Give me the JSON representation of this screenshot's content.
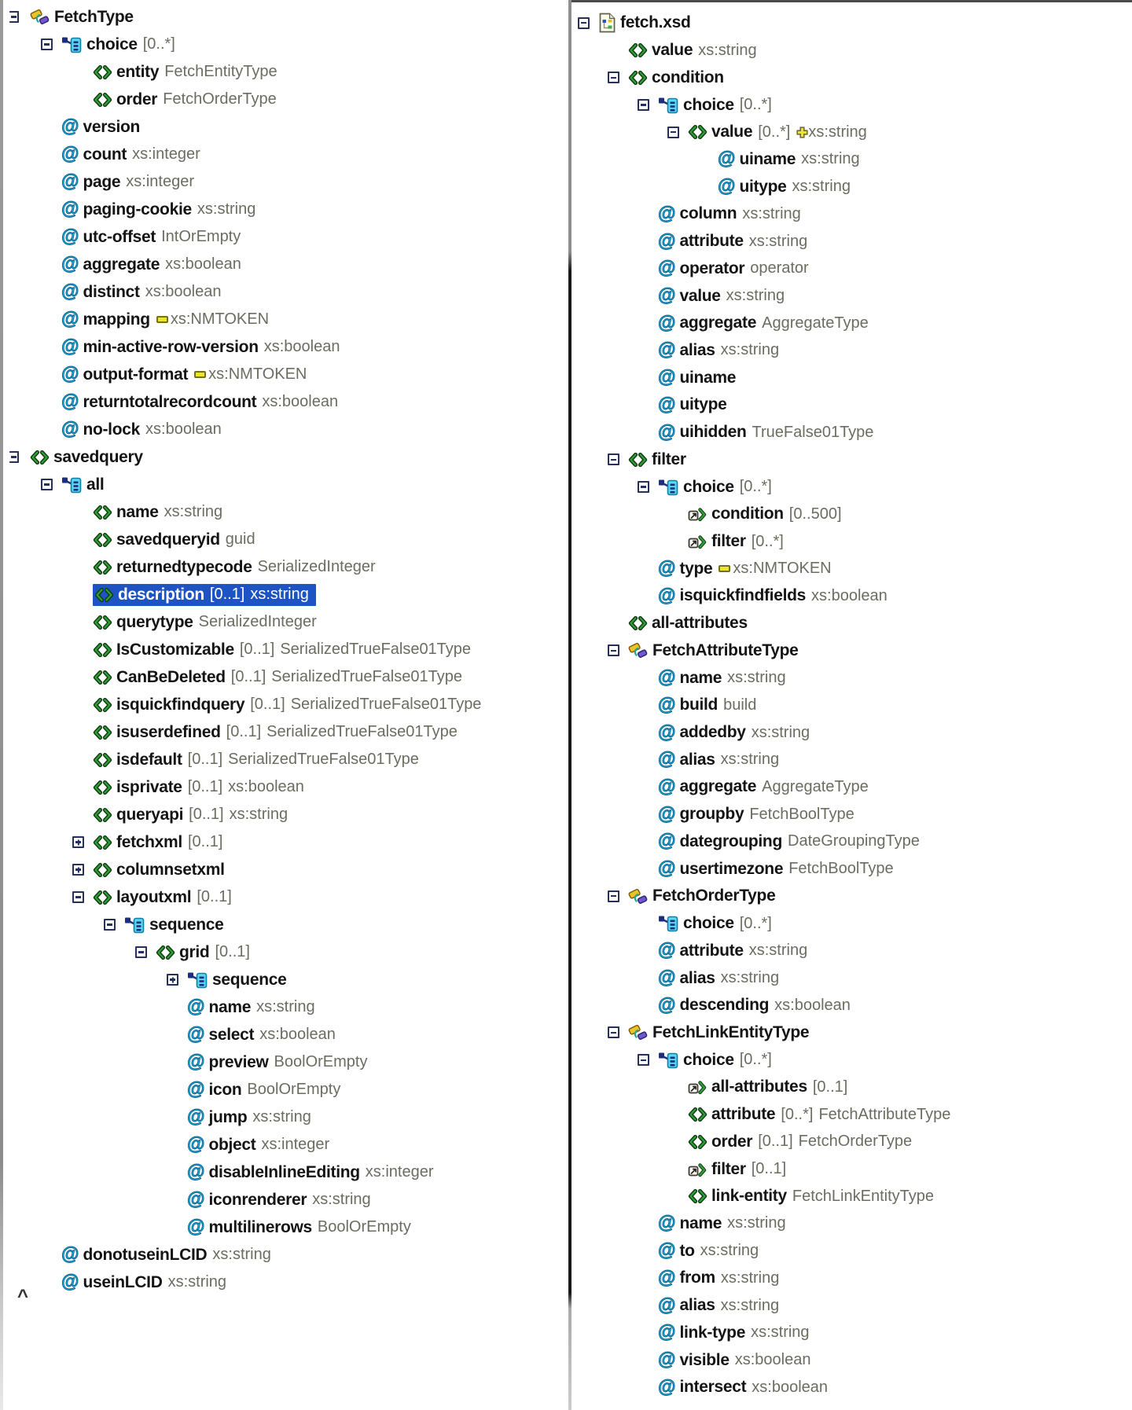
{
  "colors": {
    "selection_bg": "#1e53c3",
    "selection_fg": "#ffffff",
    "name_fg": "#141414",
    "type_fg": "#6c6c60",
    "element_green": "#2f9e38",
    "element_green_dark": "#123c12",
    "attribute_cyan": "#24b4e4",
    "attribute_cyan_dark": "#0b648f",
    "compositor_fill": "#5cd8f2",
    "compositor_dark": "#1b2f7e",
    "complextype_yellow": "#eec328",
    "complextype_purple": "#7258cc",
    "complextype_teal": "#2ba694",
    "badge_yellow": "#ece42e",
    "badge_outline": "#72701c",
    "expander_fg": "#27305a"
  },
  "icons": {
    "element": "green-double-angle-brackets",
    "elementref": "reference-arrow-box-with-chevron",
    "attribute": "cyan-at-sign",
    "compositor": "blue-compositor-box",
    "complextype": "yellow-purple-complex-type-shapes",
    "schemafile": "xsd-schema-document",
    "tag": "yellow-nmtoken-tag",
    "plus": "yellow-extension-plus",
    "expander_minus": "collapse-minus-box",
    "expander_plus": "expand-plus-box"
  },
  "scroll_caret": "^",
  "panels": {
    "left": {
      "rows": [
        {
          "name": "FetchType",
          "kind": "complextype",
          "level": 0,
          "exp": "minus-open"
        },
        {
          "name": "choice",
          "card": "[0..*]",
          "kind": "compositor",
          "level": 1,
          "exp": "minus"
        },
        {
          "name": "entity",
          "type": "FetchEntityType",
          "kind": "element",
          "level": 2
        },
        {
          "name": "order",
          "type": "FetchOrderType",
          "kind": "element",
          "level": 2
        },
        {
          "name": "version",
          "kind": "attribute",
          "level": 1
        },
        {
          "name": "count",
          "type": "xs:integer",
          "kind": "attribute",
          "level": 1
        },
        {
          "name": "page",
          "type": "xs:integer",
          "kind": "attribute",
          "level": 1
        },
        {
          "name": "paging-cookie",
          "type": "xs:string",
          "kind": "attribute",
          "level": 1
        },
        {
          "name": "utc-offset",
          "type": "IntOrEmpty",
          "kind": "attribute",
          "level": 1
        },
        {
          "name": "aggregate",
          "type": "xs:boolean",
          "kind": "attribute",
          "level": 1
        },
        {
          "name": "distinct",
          "type": "xs:boolean",
          "kind": "attribute",
          "level": 1
        },
        {
          "name": "mapping",
          "badge": "tag",
          "type": "xs:NMTOKEN",
          "kind": "attribute",
          "level": 1
        },
        {
          "name": "min-active-row-version",
          "type": "xs:boolean",
          "kind": "attribute",
          "level": 1
        },
        {
          "name": "output-format",
          "badge": "tag",
          "type": "xs:NMTOKEN",
          "kind": "attribute",
          "level": 1
        },
        {
          "name": "returntotalrecordcount",
          "type": "xs:boolean",
          "kind": "attribute",
          "level": 1
        },
        {
          "name": "no-lock",
          "type": "xs:boolean",
          "kind": "attribute",
          "level": 1
        },
        {
          "name": "savedquery",
          "kind": "element",
          "level": 0,
          "exp": "minus-open"
        },
        {
          "name": "all",
          "kind": "compositor",
          "level": 1,
          "exp": "minus"
        },
        {
          "name": "name",
          "type": "xs:string",
          "kind": "element",
          "level": 2
        },
        {
          "name": "savedqueryid",
          "type": "guid",
          "kind": "element",
          "level": 2
        },
        {
          "name": "returnedtypecode",
          "type": "SerializedInteger",
          "kind": "element",
          "level": 2
        },
        {
          "name": "description",
          "card": "[0..1]",
          "type": "xs:string",
          "kind": "element",
          "level": 2,
          "selected": true
        },
        {
          "name": "querytype",
          "type": "SerializedInteger",
          "kind": "element",
          "level": 2
        },
        {
          "name": "IsCustomizable",
          "card": "[0..1]",
          "type": "SerializedTrueFalse01Type",
          "kind": "element",
          "level": 2
        },
        {
          "name": "CanBeDeleted",
          "card": "[0..1]",
          "type": "SerializedTrueFalse01Type",
          "kind": "element",
          "level": 2
        },
        {
          "name": "isquickfindquery",
          "card": "[0..1]",
          "type": "SerializedTrueFalse01Type",
          "kind": "element",
          "level": 2
        },
        {
          "name": "isuserdefined",
          "card": "[0..1]",
          "type": "SerializedTrueFalse01Type",
          "kind": "element",
          "level": 2
        },
        {
          "name": "isdefault",
          "card": "[0..1]",
          "type": "SerializedTrueFalse01Type",
          "kind": "element",
          "level": 2
        },
        {
          "name": "isprivate",
          "card": "[0..1]",
          "type": "xs:boolean",
          "kind": "element",
          "level": 2
        },
        {
          "name": "queryapi",
          "card": "[0..1]",
          "type": "xs:string",
          "kind": "element",
          "level": 2
        },
        {
          "name": "fetchxml",
          "card": "[0..1]",
          "kind": "element",
          "level": 2,
          "exp": "plus"
        },
        {
          "name": "columnsetxml",
          "kind": "element",
          "level": 2,
          "exp": "plus"
        },
        {
          "name": "layoutxml",
          "card": "[0..1]",
          "kind": "element",
          "level": 2,
          "exp": "minus"
        },
        {
          "name": "sequence",
          "kind": "compositor",
          "level": 3,
          "exp": "minus"
        },
        {
          "name": "grid",
          "card": "[0..1]",
          "kind": "element",
          "level": 4,
          "exp": "minus"
        },
        {
          "name": "sequence",
          "kind": "compositor",
          "level": 5,
          "exp": "plus"
        },
        {
          "name": "name",
          "type": "xs:string",
          "kind": "attribute",
          "level": 5
        },
        {
          "name": "select",
          "type": "xs:boolean",
          "kind": "attribute",
          "level": 5
        },
        {
          "name": "preview",
          "type": "BoolOrEmpty",
          "kind": "attribute",
          "level": 5
        },
        {
          "name": "icon",
          "type": "BoolOrEmpty",
          "kind": "attribute",
          "level": 5
        },
        {
          "name": "jump",
          "type": "xs:string",
          "kind": "attribute",
          "level": 5
        },
        {
          "name": "object",
          "type": "xs:integer",
          "kind": "attribute",
          "level": 5
        },
        {
          "name": "disableInlineEditing",
          "type": "xs:integer",
          "kind": "attribute",
          "level": 5
        },
        {
          "name": "iconrenderer",
          "type": "xs:string",
          "kind": "attribute",
          "level": 5
        },
        {
          "name": "multilinerows",
          "type": "BoolOrEmpty",
          "kind": "attribute",
          "level": 5
        },
        {
          "name": "donotuseinLCID",
          "type": "xs:string",
          "kind": "attribute",
          "level": 1
        },
        {
          "name": "useinLCID",
          "type": "xs:string",
          "kind": "attribute",
          "level": 1
        }
      ]
    },
    "right": {
      "rows": [
        {
          "name": "fetch.xsd",
          "kind": "schemafile",
          "level": 0,
          "exp": "minus"
        },
        {
          "name": "value",
          "type": "xs:string",
          "kind": "element",
          "level": 1
        },
        {
          "name": "condition",
          "kind": "element",
          "level": 1,
          "exp": "minus"
        },
        {
          "name": "choice",
          "card": "[0..*]",
          "kind": "compositor",
          "level": 2,
          "exp": "minus"
        },
        {
          "name": "value",
          "card": "[0..*]",
          "badge": "plus",
          "type": "xs:string",
          "kind": "element",
          "level": 3,
          "exp": "minus"
        },
        {
          "name": "uiname",
          "type": "xs:string",
          "kind": "attribute",
          "level": 4
        },
        {
          "name": "uitype",
          "type": "xs:string",
          "kind": "attribute",
          "level": 4
        },
        {
          "name": "column",
          "type": "xs:string",
          "kind": "attribute",
          "level": 2
        },
        {
          "name": "attribute",
          "type": "xs:string",
          "kind": "attribute",
          "level": 2
        },
        {
          "name": "operator",
          "type": "operator",
          "kind": "attribute",
          "level": 2
        },
        {
          "name": "value",
          "type": "xs:string",
          "kind": "attribute",
          "level": 2
        },
        {
          "name": "aggregate",
          "type": "AggregateType",
          "kind": "attribute",
          "level": 2
        },
        {
          "name": "alias",
          "type": "xs:string",
          "kind": "attribute",
          "level": 2
        },
        {
          "name": "uiname",
          "kind": "attribute",
          "level": 2
        },
        {
          "name": "uitype",
          "kind": "attribute",
          "level": 2
        },
        {
          "name": "uihidden",
          "type": "TrueFalse01Type",
          "kind": "attribute",
          "level": 2
        },
        {
          "name": "filter",
          "kind": "element",
          "level": 1,
          "exp": "minus"
        },
        {
          "name": "choice",
          "card": "[0..*]",
          "kind": "compositor",
          "level": 2,
          "exp": "minus"
        },
        {
          "name": "condition",
          "card": "[0..500]",
          "kind": "elementref",
          "level": 3
        },
        {
          "name": "filter",
          "card": "[0..*]",
          "kind": "elementref",
          "level": 3
        },
        {
          "name": "type",
          "badge": "tag",
          "type": "xs:NMTOKEN",
          "kind": "attribute",
          "level": 2
        },
        {
          "name": "isquickfindfields",
          "type": "xs:boolean",
          "kind": "attribute",
          "level": 2
        },
        {
          "name": "all-attributes",
          "kind": "element",
          "level": 1
        },
        {
          "name": "FetchAttributeType",
          "kind": "complextype",
          "level": 1,
          "exp": "minus"
        },
        {
          "name": "name",
          "type": "xs:string",
          "kind": "attribute",
          "level": 2
        },
        {
          "name": "build",
          "type": "build",
          "kind": "attribute",
          "level": 2
        },
        {
          "name": "addedby",
          "type": "xs:string",
          "kind": "attribute",
          "level": 2
        },
        {
          "name": "alias",
          "type": "xs:string",
          "kind": "attribute",
          "level": 2
        },
        {
          "name": "aggregate",
          "type": "AggregateType",
          "kind": "attribute",
          "level": 2
        },
        {
          "name": "groupby",
          "type": "FetchBoolType",
          "kind": "attribute",
          "level": 2
        },
        {
          "name": "dategrouping",
          "type": "DateGroupingType",
          "kind": "attribute",
          "level": 2
        },
        {
          "name": "usertimezone",
          "type": "FetchBoolType",
          "kind": "attribute",
          "level": 2
        },
        {
          "name": "FetchOrderType",
          "kind": "complextype",
          "level": 1,
          "exp": "minus"
        },
        {
          "name": "choice",
          "card": "[0..*]",
          "kind": "compositor",
          "level": 2
        },
        {
          "name": "attribute",
          "type": "xs:string",
          "kind": "attribute",
          "level": 2
        },
        {
          "name": "alias",
          "type": "xs:string",
          "kind": "attribute",
          "level": 2
        },
        {
          "name": "descending",
          "type": "xs:boolean",
          "kind": "attribute",
          "level": 2
        },
        {
          "name": "FetchLinkEntityType",
          "kind": "complextype",
          "level": 1,
          "exp": "minus"
        },
        {
          "name": "choice",
          "card": "[0..*]",
          "kind": "compositor",
          "level": 2,
          "exp": "minus"
        },
        {
          "name": "all-attributes",
          "card": "[0..1]",
          "kind": "elementref",
          "level": 3
        },
        {
          "name": "attribute",
          "card": "[0..*]",
          "type": "FetchAttributeType",
          "kind": "element",
          "level": 3
        },
        {
          "name": "order",
          "card": "[0..1]",
          "type": "FetchOrderType",
          "kind": "element",
          "level": 3
        },
        {
          "name": "filter",
          "card": "[0..1]",
          "kind": "elementref",
          "level": 3
        },
        {
          "name": "link-entity",
          "type": "FetchLinkEntityType",
          "kind": "element",
          "level": 3
        },
        {
          "name": "name",
          "type": "xs:string",
          "kind": "attribute",
          "level": 2
        },
        {
          "name": "to",
          "type": "xs:string",
          "kind": "attribute",
          "level": 2
        },
        {
          "name": "from",
          "type": "xs:string",
          "kind": "attribute",
          "level": 2
        },
        {
          "name": "alias",
          "type": "xs:string",
          "kind": "attribute",
          "level": 2
        },
        {
          "name": "link-type",
          "type": "xs:string",
          "kind": "attribute",
          "level": 2
        },
        {
          "name": "visible",
          "type": "xs:boolean",
          "kind": "attribute",
          "level": 2
        },
        {
          "name": "intersect",
          "type": "xs:boolean",
          "kind": "attribute",
          "level": 2
        }
      ]
    }
  }
}
